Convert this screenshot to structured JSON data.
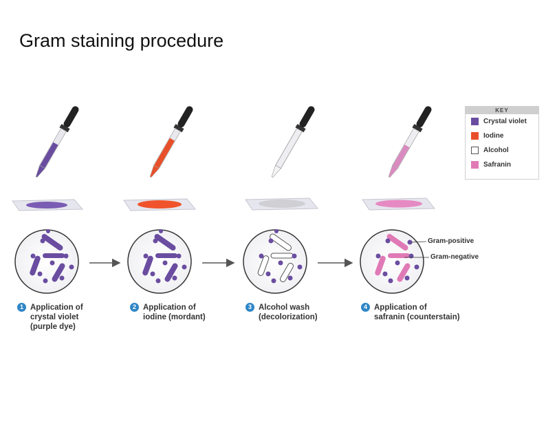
{
  "title": "Gram staining procedure",
  "colors": {
    "crystal_violet": "#6a4da0",
    "iodine": "#e8502a",
    "alcohol": "#ffffff",
    "safranin": "#e07ab6",
    "arrow": "#555555",
    "step_number": "#2f86c6"
  },
  "key": {
    "title": "KEY",
    "items": [
      {
        "label": "Crystal violet",
        "color": "#6a4da0"
      },
      {
        "label": "Iodine",
        "color": "#e8502a"
      },
      {
        "label": "Alcohol",
        "color": "#ffffff"
      },
      {
        "label": "Safranin",
        "color": "#e07ab6"
      }
    ]
  },
  "steps": [
    {
      "number": "1",
      "line1": "Application of",
      "line2": "crystal violet",
      "line3": "(purple dye)"
    },
    {
      "number": "2",
      "line1": "Application of",
      "line2": "iodine (mordant)",
      "line3": ""
    },
    {
      "number": "3",
      "line1": "Alcohol wash",
      "line2": "(decolorization)",
      "line3": ""
    },
    {
      "number": "4",
      "line1": "Application of",
      "line2": "safranin (counterstain)",
      "line3": ""
    }
  ],
  "callouts": {
    "positive": "Gram-positive",
    "negative": "Gram-negative"
  }
}
